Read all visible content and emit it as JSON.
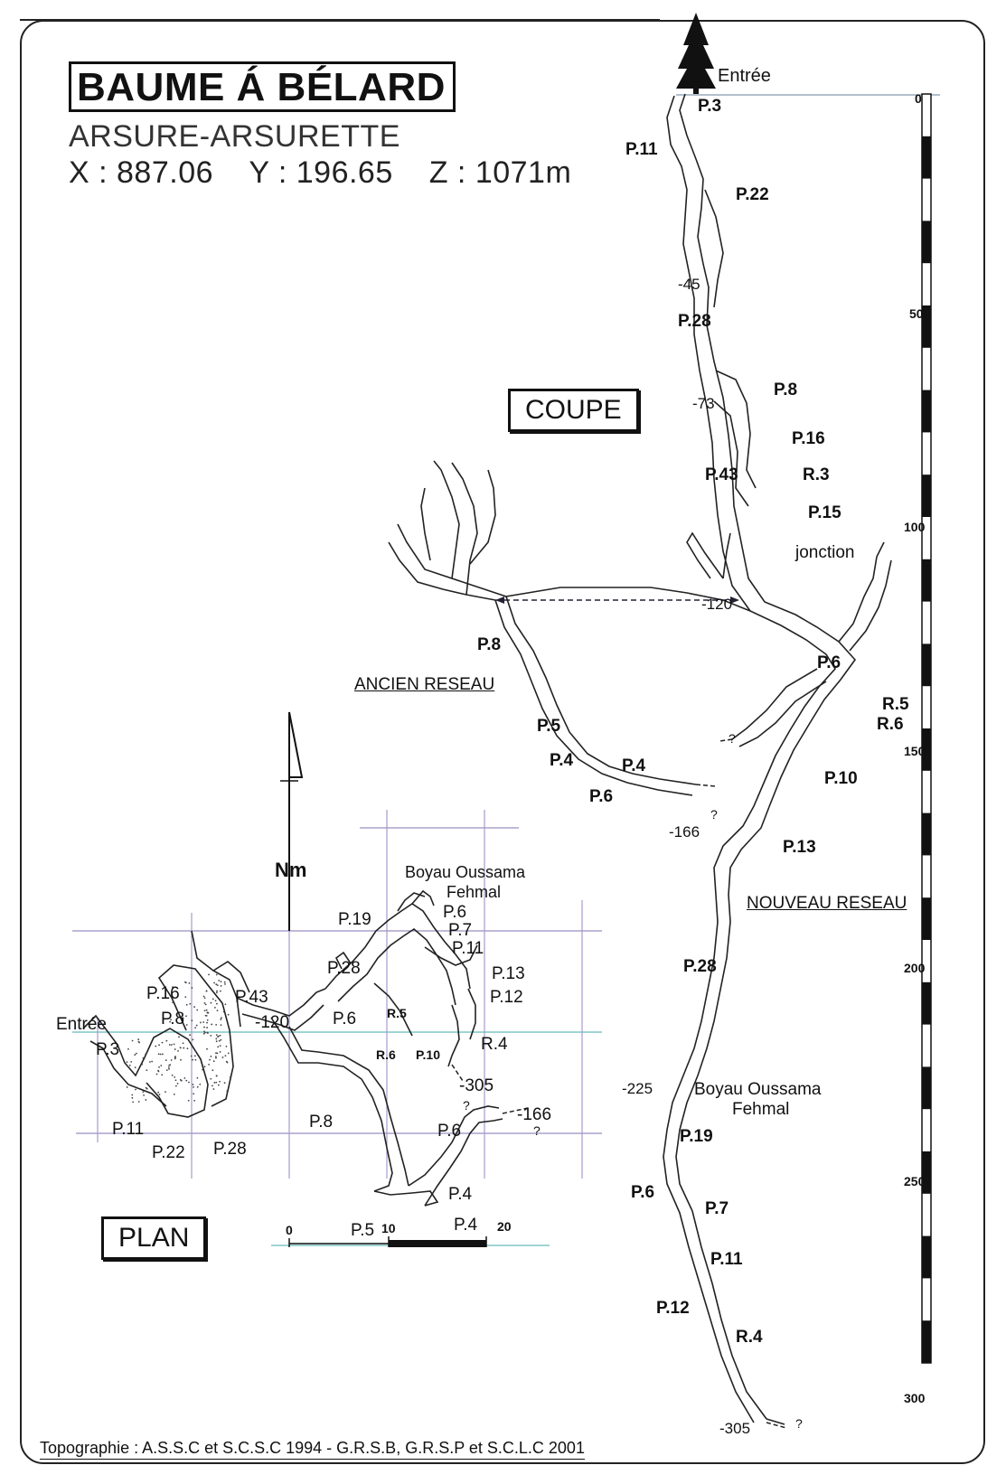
{
  "header": {
    "title": "BAUME Á BÉLARD",
    "commune": "ARSURE-ARSURETTE",
    "x": "X : 887.06",
    "y": "Y : 196.65",
    "z": "Z : 1071m"
  },
  "sections": {
    "coupe": "COUPE",
    "plan": "PLAN"
  },
  "coupe": {
    "entree": "Entrée",
    "ancien_reseau": "ANCIEN RESEAU",
    "nouveau_reseau": "NOUVEAU RESEAU",
    "jonction": "jonction",
    "boyau_line1": "Boyau Oussama",
    "boyau_line2": "Fehmal",
    "depth_45": "-45",
    "depth_73": "-73",
    "depth_120": "-120",
    "depth_166": "-166",
    "depth_225": "-225",
    "depth_305": "-305",
    "q1": "?",
    "q2": "?",
    "q3": "?",
    "pitches": {
      "p3": "P.3",
      "p11": "P.11",
      "p22": "P.22",
      "p28a": "P.28",
      "p8a": "P.8",
      "p16": "P.16",
      "p43": "P.43",
      "r3": "R.3",
      "p15": "P.15",
      "p8b": "P.8",
      "p6a": "P.6",
      "r5": "R.5",
      "r6": "R.6",
      "p5": "P.5",
      "p4a": "P.4",
      "p4b": "P.4",
      "p6b": "P.6",
      "p10": "P.10",
      "p13": "P.13",
      "p28b": "P.28",
      "p19": "P.19",
      "p6c": "P.6",
      "p7": "P.7",
      "p11b": "P.11",
      "p12": "P.12",
      "r4": "R.4"
    }
  },
  "depth_scale": {
    "ticks": [
      "0",
      "50",
      "100",
      "150",
      "200",
      "250",
      "300"
    ]
  },
  "plan": {
    "north": "Nm",
    "entree": "Entrée",
    "boyau_line1": "Boyau Oussama",
    "boyau_line2": "Fehmal",
    "depth_120": "-120",
    "depth_305": "-305",
    "depth_166": "-166",
    "q1": "?",
    "q2": "?",
    "labels": {
      "p3": "P.3",
      "p11": "P.11",
      "p22": "P.22",
      "p28": "P.28",
      "p16": "P.16",
      "p8a": "P.8",
      "p43": "P.43",
      "p8b": "P.8",
      "p5": "P.5",
      "p4a": "P.4",
      "p4b": "P.4",
      "p6a": "P.6",
      "p19": "P.19",
      "p6b": "P.6",
      "p7": "P.7",
      "p11b": "P.11",
      "p28b": "P.28",
      "p13": "P.13",
      "p12": "P.12",
      "p6c": "P.6",
      "r5": "R.5",
      "r6": "R.6",
      "p10": "P.10",
      "r4": "R.4"
    },
    "scale_ticks": [
      "0",
      "10",
      "20"
    ]
  },
  "footer": "Topographie : A.S.S.C et S.C.S.C 1994 - G.R.S.B, G.R.S.P et S.C.L.C 2001"
}
